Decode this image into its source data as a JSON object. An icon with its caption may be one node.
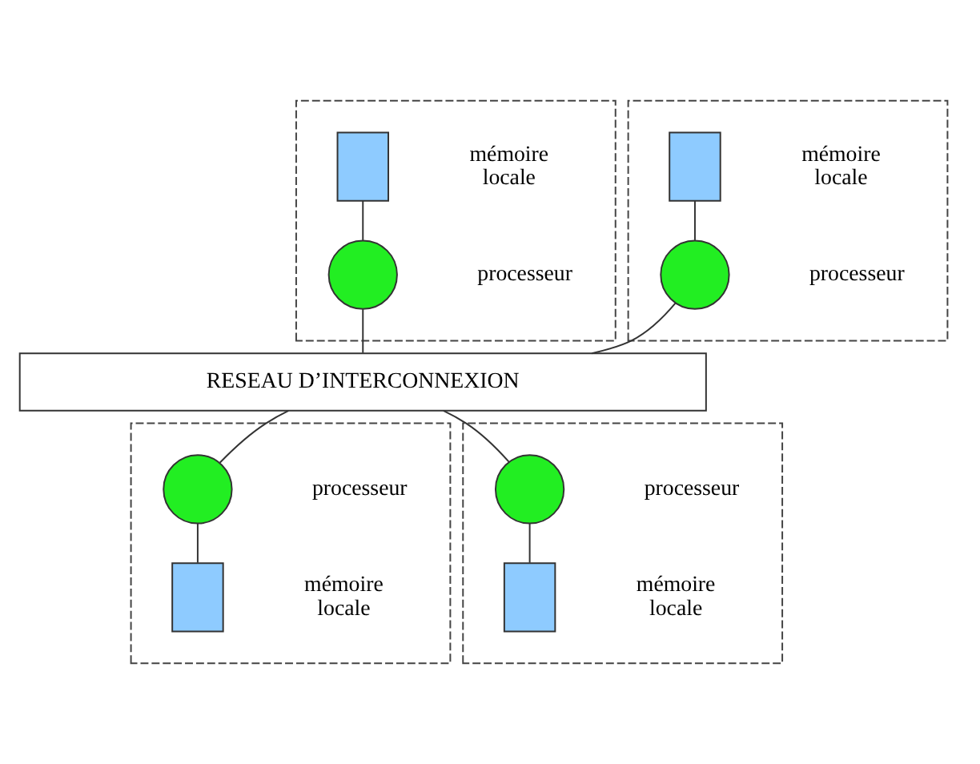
{
  "diagram": {
    "nodes": [
      {
        "text": [],
        "shape": "box"
      },
      {
        "text": [],
        "shape": "box",
        "beside": [
          "mémoire locale"
        ],
        "in": 0
      },
      {
        "text": [],
        "shape": "circle",
        "beside": [
          "processeur"
        ],
        "in": 0
      },
      {
        "text": [],
        "shape": "box"
      },
      {
        "text": [],
        "shape": "box",
        "beside": [
          "mémoire locale"
        ],
        "in": 3
      },
      {
        "text": [],
        "shape": "circle",
        "beside": [
          "processeur"
        ],
        "in": 3
      },
      {
        "text": [
          "RESEAU D’INTERCONNEXION"
        ]
      },
      {
        "text": [],
        "shape": "box"
      },
      {
        "text": [],
        "shape": "circle",
        "beside": [
          "processeur"
        ],
        "in": 7
      },
      {
        "text": [],
        "shape": "box",
        "beside": [
          "mémoire locale"
        ],
        "in": 7
      },
      {
        "text": [],
        "shape": "box"
      },
      {
        "text": [],
        "shape": "circle",
        "beside": [
          "processeur"
        ],
        "in": 10
      },
      {
        "text": [],
        "shape": "box",
        "beside": [
          "mémoire locale"
        ],
        "in": 10
      }
    ],
    "edges": [
      {
        "from": 1,
        "to": 2,
        "arrow": "none"
      },
      {
        "from": 4,
        "to": 5,
        "arrow": "none"
      },
      {
        "from": 2,
        "to": 6,
        "arrow": "none"
      },
      {
        "from": 5,
        "to": 6,
        "arrow": "none"
      },
      {
        "from": 6,
        "to": 8,
        "arrow": "none"
      },
      {
        "from": 6,
        "to": 11,
        "arrow": "none"
      },
      {
        "from": 8,
        "to": 9,
        "arrow": "none"
      },
      {
        "from": 11,
        "to": 12,
        "arrow": "none"
      }
    ]
  }
}
